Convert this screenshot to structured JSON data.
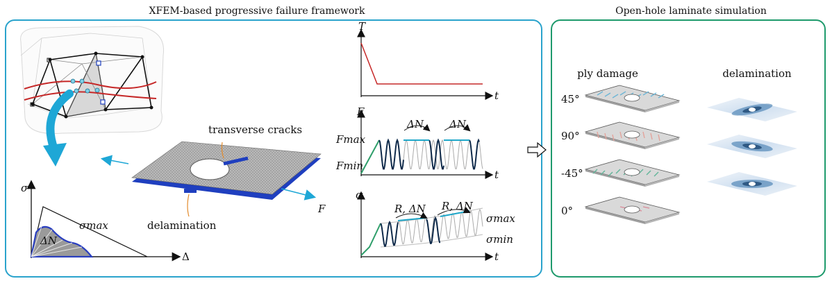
{
  "left_panel": {
    "title": "XFEM-based progressive failure framework",
    "annotations": {
      "transverse_cracks": "transverse cracks",
      "delamination": "delamination",
      "force": "F"
    },
    "cohesive_law": {
      "y_axis": "σ",
      "x_axis": "Δ",
      "delta_n": "ΔN",
      "sigma_max": "σmax"
    },
    "load_plots": {
      "temperature": {
        "y_axis": "T",
        "x_axis": "t"
      },
      "force": {
        "y_axis": "F",
        "x_axis": "t",
        "f_max": "Fmax",
        "f_min": "Fmin",
        "block_label_1": "ΔN",
        "block_label_2": "ΔN"
      },
      "stress": {
        "y_axis": "σ",
        "x_axis": "t",
        "block_label_1": "R, ΔN",
        "block_label_2": "R, ΔN",
        "s_max": "σmax",
        "s_min": "σmin"
      }
    }
  },
  "right_panel": {
    "title": "Open-hole laminate simulation",
    "columns": {
      "ply_damage": "ply damage",
      "delamination": "delamination"
    },
    "plies": [
      {
        "angle": "45°",
        "color": "#6fb6d6"
      },
      {
        "angle": "90°",
        "color": "#e3a39b"
      },
      {
        "angle": "-45°",
        "color": "#62b59a"
      },
      {
        "angle": "0°",
        "color": "#d98a98"
      }
    ]
  },
  "colors": {
    "left_border": "#2aa3cc",
    "right_border": "#1e9a6c",
    "arrow_blue": "#1ea7d6",
    "crack_red": "#c62828",
    "laminate_edge": "#1f3fbf",
    "curve_dark": "#0f2a4a",
    "curve_teal": "#1fa7c9",
    "curve_green": "#2e9e6a"
  }
}
